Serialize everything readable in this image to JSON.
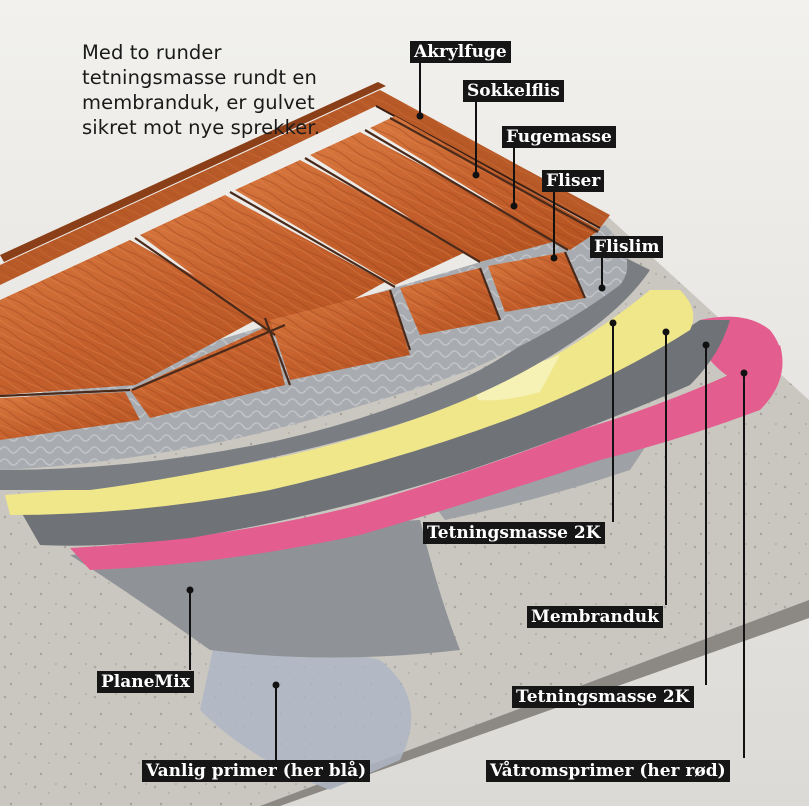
{
  "intro_lines": [
    "Med to runder",
    "tetningsmasse rundt en",
    "membranduk, er gulvet",
    "sikret mot nye sprekker."
  ],
  "labels": {
    "akrylfuge": "Akrylfuge",
    "sokkelflis": "Sokkelflis",
    "fugemasse": "Fugemasse",
    "fliser": "Fliser",
    "flislim": "Flislim",
    "tetningsmasse_2k_top": "Tetningsmasse 2K",
    "membranduk": "Membranduk",
    "tetningsmasse_2k_bottom": "Tetningsmasse 2K",
    "planemix": "PlaneMix",
    "vanlig_primer": "Vanlig primer (her blå)",
    "vatromsprimer": "Våtromsprimer (her rød)"
  },
  "colors": {
    "wall": "#e9e7e3",
    "concrete": "#c9c6c0",
    "tile": "#c8642f",
    "tile_grain": "#9a4620",
    "adhesive": "#a9acb1",
    "sealant": "#6e7277",
    "membrane": "#f1e98a",
    "wet_primer": "#e25c8c",
    "primer_blue": "#a9b3c4",
    "planemix": "#8e9196",
    "label_bg": "#161616"
  }
}
